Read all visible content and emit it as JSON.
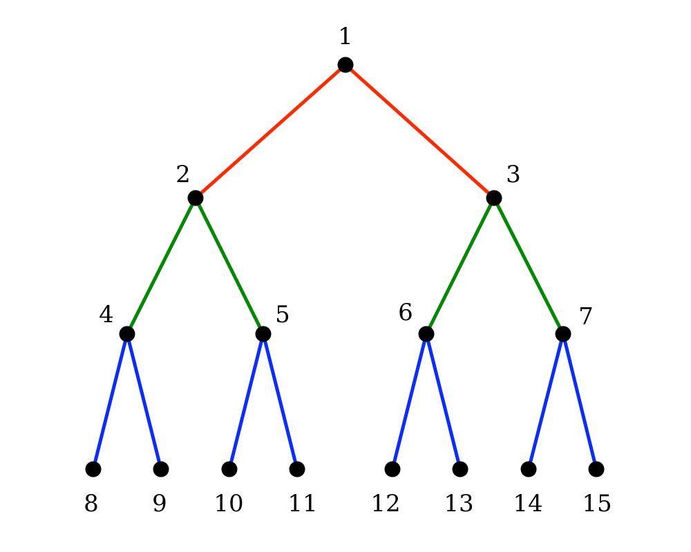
{
  "diagram": {
    "type": "binary-tree",
    "level_colors": {
      "level_1": "#ff2a00",
      "level_2": "#008a00",
      "level_3": "#0a2cff"
    },
    "node_color": "#000000",
    "nodes": [
      {
        "id": "1",
        "label": "1"
      },
      {
        "id": "2",
        "label": "2"
      },
      {
        "id": "3",
        "label": "3"
      },
      {
        "id": "4",
        "label": "4"
      },
      {
        "id": "5",
        "label": "5"
      },
      {
        "id": "6",
        "label": "6"
      },
      {
        "id": "7",
        "label": "7"
      },
      {
        "id": "8",
        "label": "8"
      },
      {
        "id": "9",
        "label": "9"
      },
      {
        "id": "10",
        "label": "10"
      },
      {
        "id": "11",
        "label": "11"
      },
      {
        "id": "12",
        "label": "12"
      },
      {
        "id": "13",
        "label": "13"
      },
      {
        "id": "14",
        "label": "14"
      },
      {
        "id": "15",
        "label": "15"
      }
    ],
    "edges": [
      {
        "from": "1",
        "to": "2",
        "color": "#ff2a00"
      },
      {
        "from": "1",
        "to": "3",
        "color": "#ff2a00"
      },
      {
        "from": "2",
        "to": "4",
        "color": "#008a00"
      },
      {
        "from": "2",
        "to": "5",
        "color": "#008a00"
      },
      {
        "from": "3",
        "to": "6",
        "color": "#008a00"
      },
      {
        "from": "3",
        "to": "7",
        "color": "#008a00"
      },
      {
        "from": "4",
        "to": "8",
        "color": "#0a2cff"
      },
      {
        "from": "4",
        "to": "9",
        "color": "#0a2cff"
      },
      {
        "from": "5",
        "to": "10",
        "color": "#0a2cff"
      },
      {
        "from": "5",
        "to": "11",
        "color": "#0a2cff"
      },
      {
        "from": "6",
        "to": "12",
        "color": "#0a2cff"
      },
      {
        "from": "6",
        "to": "13",
        "color": "#0a2cff"
      },
      {
        "from": "7",
        "to": "14",
        "color": "#0a2cff"
      },
      {
        "from": "7",
        "to": "15",
        "color": "#0a2cff"
      }
    ]
  }
}
